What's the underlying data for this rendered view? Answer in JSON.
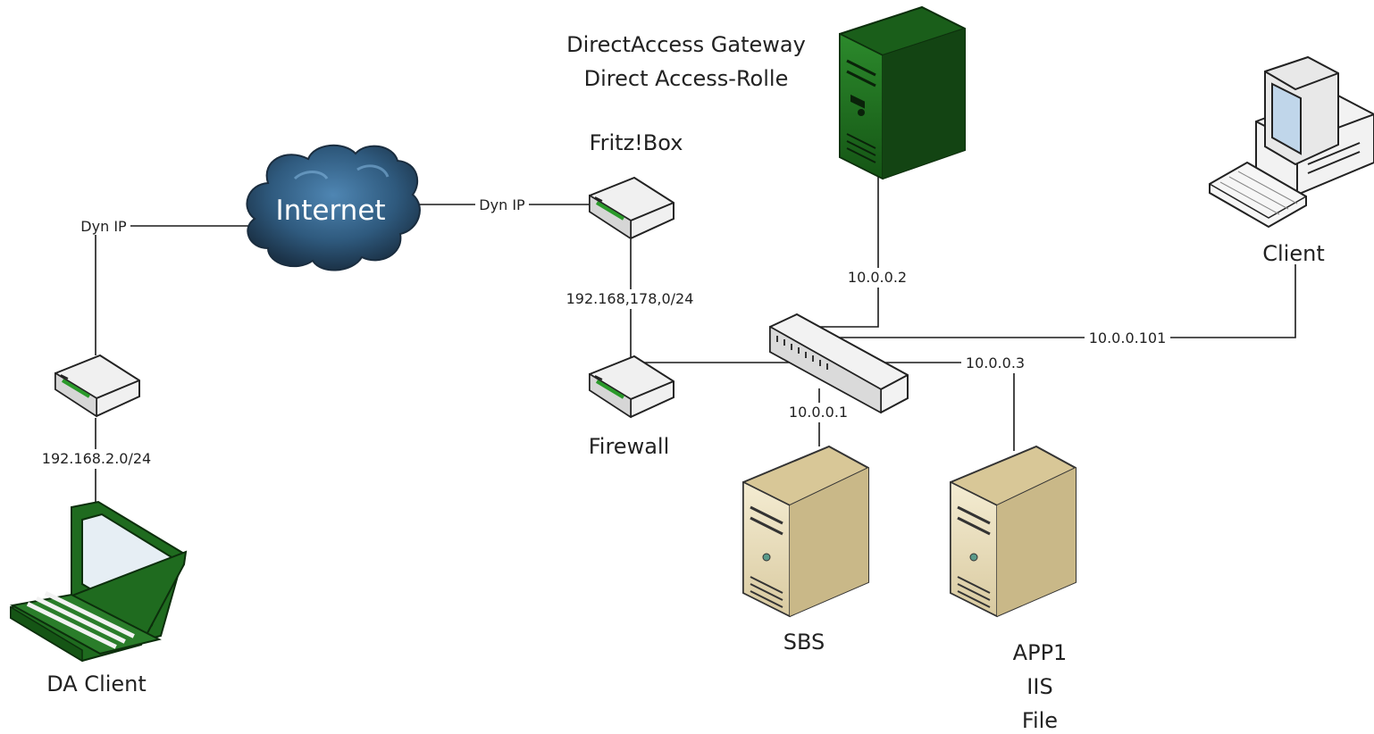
{
  "nodes": {
    "internet": {
      "label": "Internet"
    },
    "fritzbox": {
      "label": "Fritz!Box"
    },
    "gateway": {
      "line1": "DirectAccess Gateway",
      "line2": "Direct Access-Rolle"
    },
    "client": {
      "label": "Client"
    },
    "da_client": {
      "label": "DA Client"
    },
    "firewall": {
      "label": "Firewall"
    },
    "sbs": {
      "label": "SBS"
    },
    "app1": {
      "line1": "APP1",
      "line2": "IIS",
      "line3": "File"
    }
  },
  "links": {
    "da_dyn_ip": "Dyn IP",
    "fritz_dyn_ip": "Dyn IP",
    "fritz_subnet": "192.168,178,0/24",
    "da_subnet": "192.168.2.0/24",
    "gateway_ip": "10.0.0.2",
    "client_ip": "10.0.0.101",
    "app1_ip": "10.0.0.3",
    "sbs_ip": "10.0.0.1"
  },
  "colors": {
    "server_green": "#1f6b1f",
    "server_beige": "#e8dcb5",
    "cloud_blue": "#3b6d93",
    "router_gray": "#e6e6e6"
  }
}
